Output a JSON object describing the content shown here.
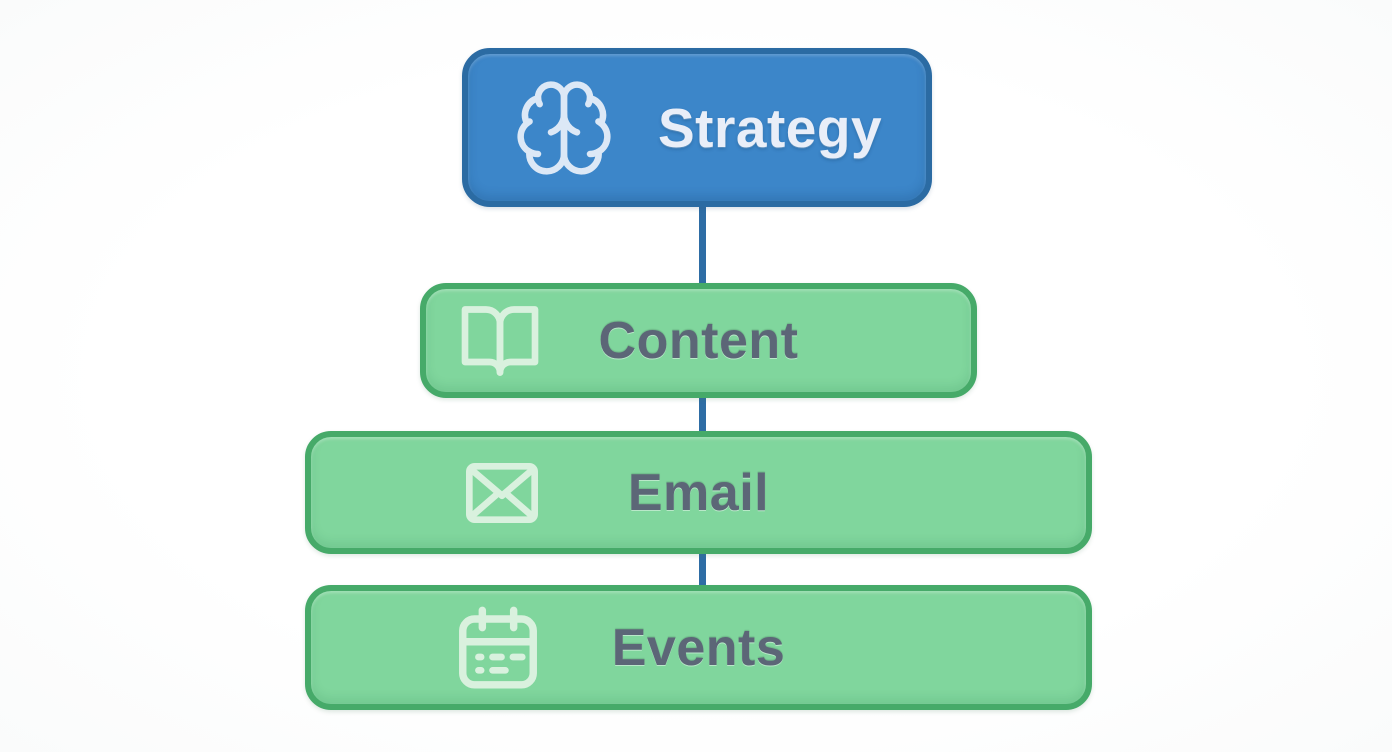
{
  "diagram": {
    "description": "Vertical marketing flow diagram with four rounded rectangle nodes connected by a vertical line",
    "background_color": "#fbfcfc",
    "connector_color": "#2e6da5",
    "nodes": [
      {
        "id": "strategy",
        "label": "Strategy",
        "icon": "brain-icon",
        "fill_color": "#3c86c9",
        "border_color": "#2b6ba3",
        "text_color": "#e9eef8",
        "icon_color": "#dce8f6"
      },
      {
        "id": "content",
        "label": "Content",
        "icon": "open-book-icon",
        "fill_color": "#80d69d",
        "border_color": "#46aa69",
        "text_color": "#5c6677",
        "icon_color": "#d9f1de"
      },
      {
        "id": "email",
        "label": "Email",
        "icon": "envelope-icon",
        "fill_color": "#80d69d",
        "border_color": "#46aa69",
        "text_color": "#5c6677",
        "icon_color": "#d9f1de"
      },
      {
        "id": "events",
        "label": "Events",
        "icon": "calendar-icon",
        "fill_color": "#80d69d",
        "border_color": "#46aa69",
        "text_color": "#5c6677",
        "icon_color": "#d9f1de"
      }
    ],
    "edges": [
      {
        "from": "Strategy",
        "to": "Content"
      },
      {
        "from": "Content",
        "to": "Email"
      },
      {
        "from": "Email",
        "to": "Events"
      }
    ]
  }
}
